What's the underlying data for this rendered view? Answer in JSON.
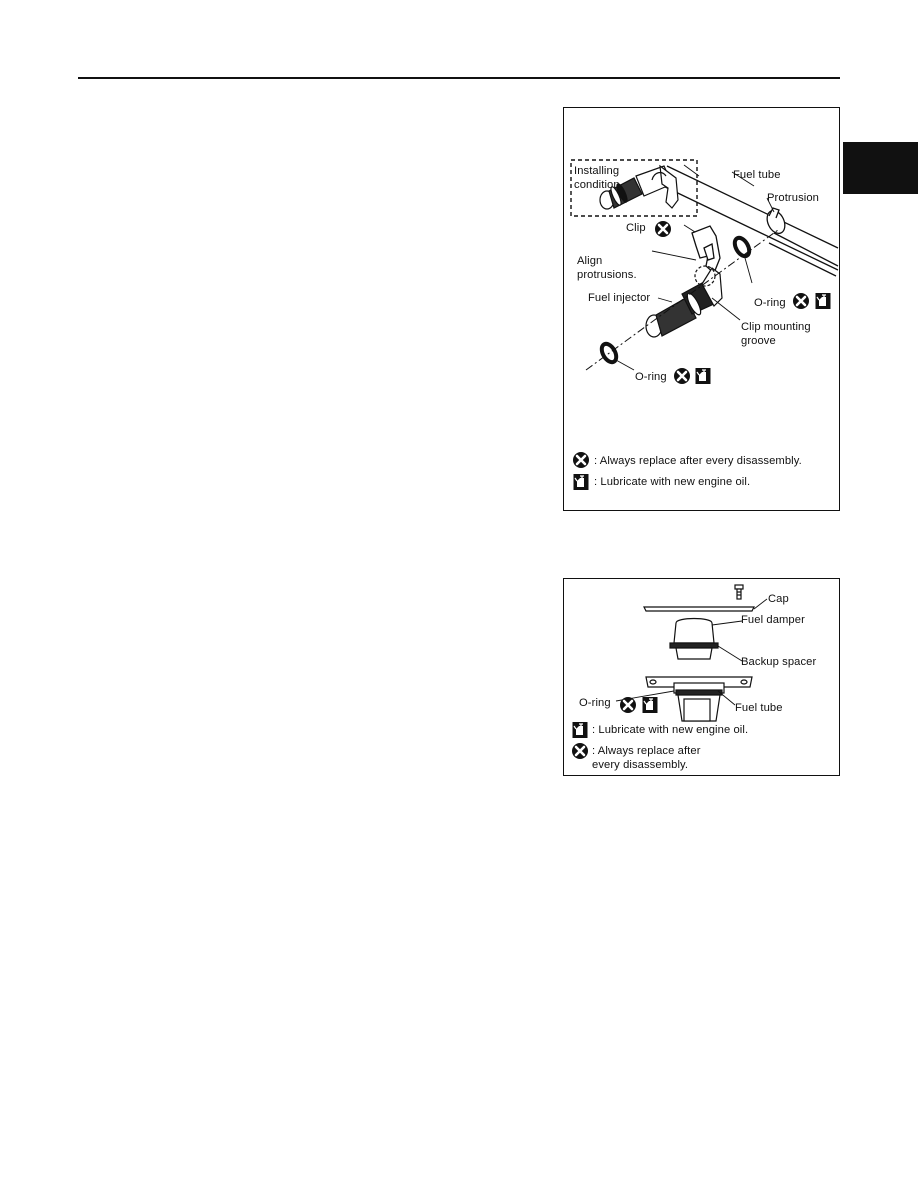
{
  "page": {
    "header_rule": true
  },
  "figure1": {
    "installing_condition": "Installing\ncondition",
    "fuel_tube": "Fuel tube",
    "protrusion": "Protrusion",
    "clip": "Clip",
    "align_protrusions": "Align\nprotrusions.",
    "fuel_injector": "Fuel injector",
    "o_ring_upper": "O-ring",
    "clip_mounting_groove": "Clip mounting\ngroove",
    "o_ring_lower": "O-ring",
    "legend": {
      "replace": ": Always replace after every disassembly.",
      "lubricate": ": Lubricate with new engine oil."
    }
  },
  "figure2": {
    "cap": "Cap",
    "fuel_damper": "Fuel damper",
    "backup_spacer": "Backup spacer",
    "o_ring": "O-ring",
    "fuel_tube": "Fuel tube",
    "legend": {
      "lubricate": ": Lubricate with new engine oil.",
      "replace": ": Always replace after\n  every disassembly."
    }
  },
  "icons": {
    "replace": "replace-x-icon",
    "lubricate": "oil-can-icon"
  }
}
